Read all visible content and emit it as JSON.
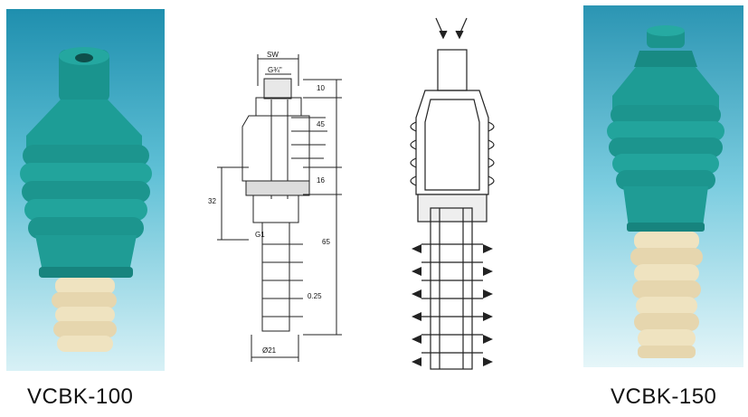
{
  "products": [
    {
      "model": "VCBK-100"
    },
    {
      "model": "VCBK-150"
    }
  ],
  "drawing": {
    "sw": "SW",
    "thread_top": "G¾\"",
    "thread_bottom": "G1",
    "d10": "10",
    "d45": "45",
    "d16": "16",
    "d32": "32",
    "d65": "65",
    "slot": "0.25",
    "diameter": "Ø21"
  },
  "colors": {
    "body_teal": "#1f9c95",
    "filter_cream": "#efe3c0",
    "background_blue": "#3aa7c4"
  }
}
